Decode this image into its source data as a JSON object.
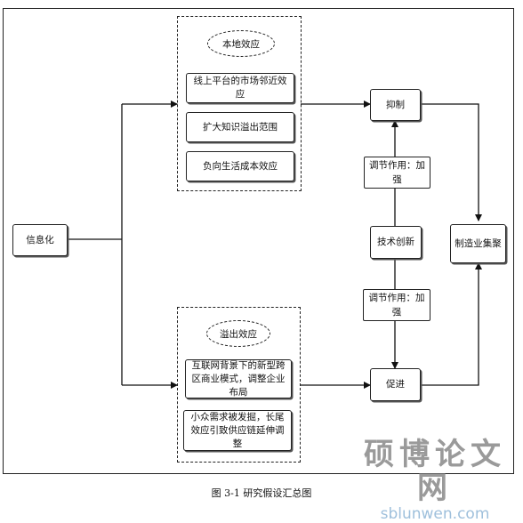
{
  "diagram": {
    "left_node": "信息化",
    "local_group": {
      "title": "本地效应",
      "items": [
        "线上平台的市场邻近效应",
        "扩大知识溢出范围",
        "负向生活成本效应"
      ]
    },
    "spill_group": {
      "title": "溢出效应",
      "items": [
        "互联网背景下的新型跨区商业模式，调整企业布局",
        "小众需求被发掘，长尾效应引致供应链延伸调整"
      ]
    },
    "inhibit": "抑制",
    "promote": "促进",
    "tech": "技术创新",
    "moderate_top": "调节作用：加强",
    "moderate_bottom": "调节作用：加强",
    "target": "制造业集聚"
  },
  "watermark": {
    "cn": "硕博论文网",
    "en": "sblunwen.com"
  },
  "caption": "图 3-1  研究假设汇总图"
}
